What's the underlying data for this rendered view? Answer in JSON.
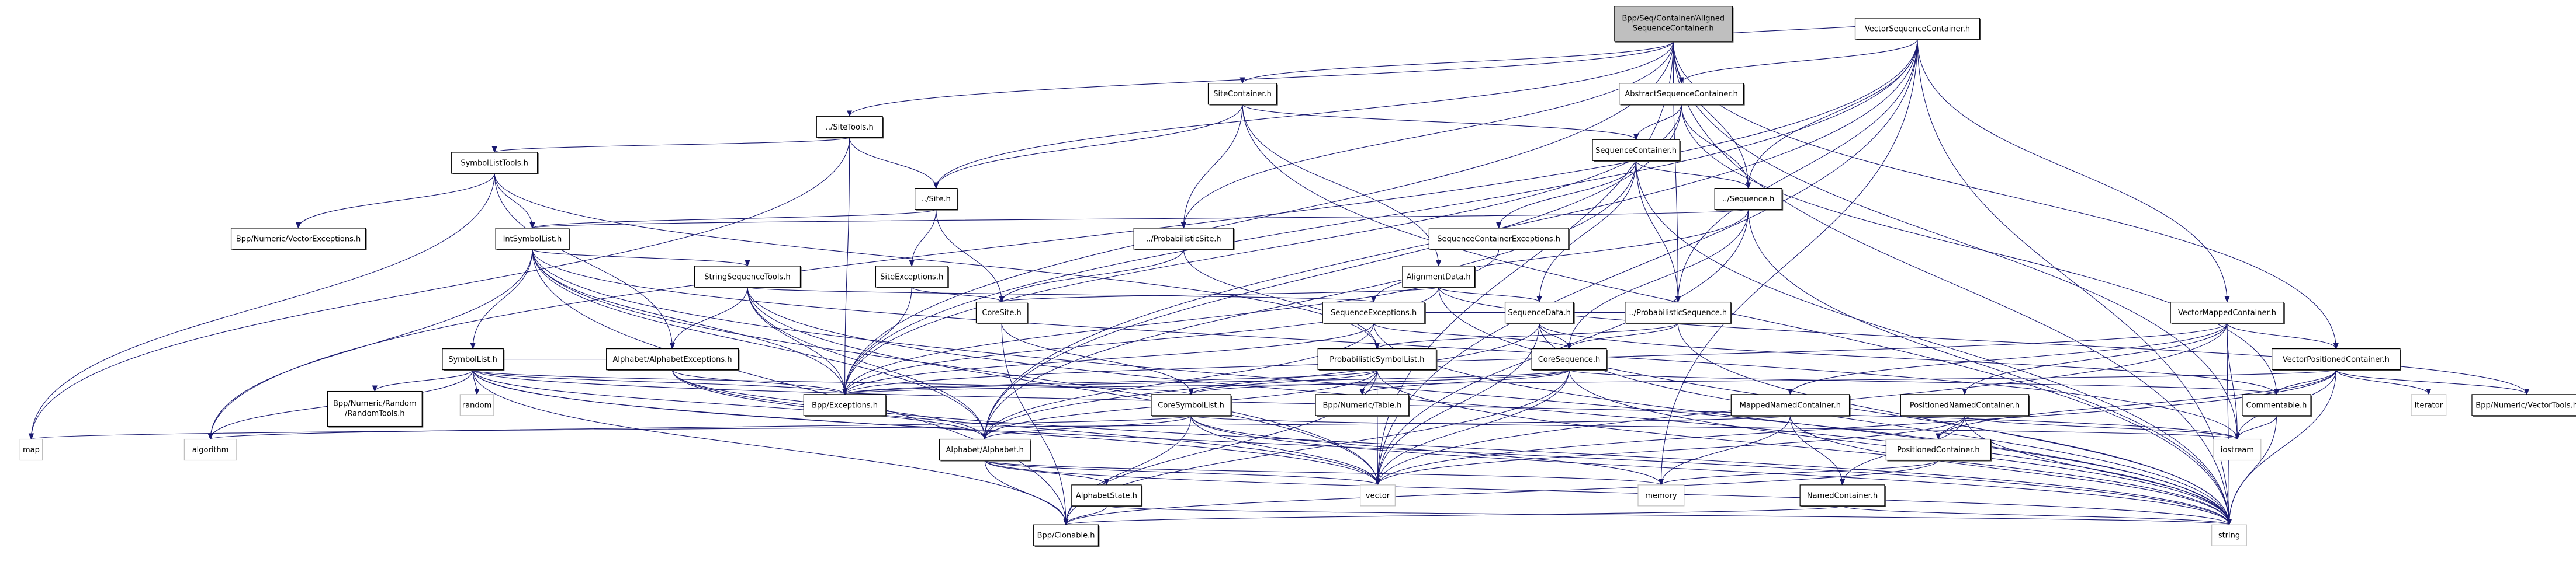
{
  "title": "Bpp/Seq/Container/AlignedSequenceContainer.h include dependency graph",
  "colors": {
    "edge": "#191970",
    "root_fill": "#bfbfbf",
    "node_border": "#000000",
    "system_border": "#bfbfbf"
  },
  "nodes": [
    {
      "id": "root",
      "label": [
        "Bpp/Seq/Container/Aligned",
        "SequenceContainer.h"
      ],
      "kind": "root"
    },
    {
      "id": "VectorSequenceContainer",
      "label": [
        "VectorSequenceContainer.h"
      ],
      "kind": "file"
    },
    {
      "id": "SiteContainer",
      "label": [
        "SiteContainer.h"
      ],
      "kind": "file"
    },
    {
      "id": "AbstractSequenceContainer",
      "label": [
        "AbstractSequenceContainer.h"
      ],
      "kind": "file"
    },
    {
      "id": "SiteTools",
      "label": [
        "../SiteTools.h"
      ],
      "kind": "file"
    },
    {
      "id": "SequenceContainer",
      "label": [
        "SequenceContainer.h"
      ],
      "kind": "file"
    },
    {
      "id": "SymbolListTools",
      "label": [
        "SymbolListTools.h"
      ],
      "kind": "file"
    },
    {
      "id": "Site",
      "label": [
        "../Site.h"
      ],
      "kind": "file"
    },
    {
      "id": "Sequence",
      "label": [
        "../Sequence.h"
      ],
      "kind": "file"
    },
    {
      "id": "VectorExceptions",
      "label": [
        "Bpp/Numeric/VectorExceptions.h"
      ],
      "kind": "file"
    },
    {
      "id": "IntSymbolList",
      "label": [
        "IntSymbolList.h"
      ],
      "kind": "file"
    },
    {
      "id": "ProbabilisticSite",
      "label": [
        "../ProbabilisticSite.h"
      ],
      "kind": "file"
    },
    {
      "id": "SequenceContainerExceptions",
      "label": [
        "SequenceContainerExceptions.h"
      ],
      "kind": "file"
    },
    {
      "id": "StringSequenceTools",
      "label": [
        "StringSequenceTools.h"
      ],
      "kind": "file"
    },
    {
      "id": "SiteExceptions",
      "label": [
        "SiteExceptions.h"
      ],
      "kind": "file"
    },
    {
      "id": "AlignmentData",
      "label": [
        "AlignmentData.h"
      ],
      "kind": "file"
    },
    {
      "id": "CoreSite",
      "label": [
        "CoreSite.h"
      ],
      "kind": "file"
    },
    {
      "id": "SequenceExceptions",
      "label": [
        "SequenceExceptions.h"
      ],
      "kind": "file"
    },
    {
      "id": "SequenceData",
      "label": [
        "SequenceData.h"
      ],
      "kind": "file"
    },
    {
      "id": "ProbabilisticSequence",
      "label": [
        "../ProbabilisticSequence.h"
      ],
      "kind": "file"
    },
    {
      "id": "VectorMappedContainer",
      "label": [
        "VectorMappedContainer.h"
      ],
      "kind": "file"
    },
    {
      "id": "SymbolList",
      "label": [
        "SymbolList.h"
      ],
      "kind": "file"
    },
    {
      "id": "AlphabetExceptions",
      "label": [
        "Alphabet/AlphabetExceptions.h"
      ],
      "kind": "file"
    },
    {
      "id": "ProbabilisticSymbolList",
      "label": [
        "ProbabilisticSymbolList.h"
      ],
      "kind": "file"
    },
    {
      "id": "CoreSequence",
      "label": [
        "CoreSequence.h"
      ],
      "kind": "file"
    },
    {
      "id": "VectorPositionedContainer",
      "label": [
        "VectorPositionedContainer.h"
      ],
      "kind": "file"
    },
    {
      "id": "RandomTools",
      "label": [
        "Bpp/Numeric/Random",
        "/RandomTools.h"
      ],
      "kind": "file"
    },
    {
      "id": "random",
      "label": [
        "random"
      ],
      "kind": "system"
    },
    {
      "id": "Exceptions",
      "label": [
        "Bpp/Exceptions.h"
      ],
      "kind": "file"
    },
    {
      "id": "CoreSymbolList",
      "label": [
        "CoreSymbolList.h"
      ],
      "kind": "file"
    },
    {
      "id": "Table",
      "label": [
        "Bpp/Numeric/Table.h"
      ],
      "kind": "file"
    },
    {
      "id": "MappedNamedContainer",
      "label": [
        "MappedNamedContainer.h"
      ],
      "kind": "file"
    },
    {
      "id": "PositionedNamedContainer",
      "label": [
        "PositionedNamedContainer.h"
      ],
      "kind": "file"
    },
    {
      "id": "Commentable",
      "label": [
        "Commentable.h"
      ],
      "kind": "file"
    },
    {
      "id": "iterator",
      "label": [
        "iterator"
      ],
      "kind": "system"
    },
    {
      "id": "VectorTools",
      "label": [
        "Bpp/Numeric/VectorTools.h"
      ],
      "kind": "file"
    },
    {
      "id": "map",
      "label": [
        "map"
      ],
      "kind": "system"
    },
    {
      "id": "algorithm",
      "label": [
        "algorithm"
      ],
      "kind": "system"
    },
    {
      "id": "Alphabet",
      "label": [
        "Alphabet/Alphabet.h"
      ],
      "kind": "file"
    },
    {
      "id": "PositionedContainer",
      "label": [
        "PositionedContainer.h"
      ],
      "kind": "file"
    },
    {
      "id": "iostream",
      "label": [
        "iostream"
      ],
      "kind": "system"
    },
    {
      "id": "AlphabetState",
      "label": [
        "AlphabetState.h"
      ],
      "kind": "file"
    },
    {
      "id": "vector",
      "label": [
        "vector"
      ],
      "kind": "system"
    },
    {
      "id": "memory",
      "label": [
        "memory"
      ],
      "kind": "system"
    },
    {
      "id": "NamedContainer",
      "label": [
        "NamedContainer.h"
      ],
      "kind": "file"
    },
    {
      "id": "Clonable",
      "label": [
        "Bpp/Clonable.h"
      ],
      "kind": "file"
    },
    {
      "id": "string",
      "label": [
        "string"
      ],
      "kind": "system"
    }
  ],
  "edges": [
    [
      "root",
      "VectorSequenceContainer"
    ],
    [
      "root",
      "SiteContainer"
    ],
    [
      "root",
      "SiteTools"
    ],
    [
      "root",
      "Site"
    ],
    [
      "root",
      "Sequence"
    ],
    [
      "root",
      "ProbabilisticSite"
    ],
    [
      "root",
      "ProbabilisticSequence"
    ],
    [
      "root",
      "VectorPositionedContainer"
    ],
    [
      "root",
      "Exceptions"
    ],
    [
      "root",
      "string"
    ],
    [
      "root",
      "vector"
    ],
    [
      "root",
      "iostream"
    ],
    [
      "VectorSequenceContainer",
      "AbstractSequenceContainer"
    ],
    [
      "VectorSequenceContainer",
      "Sequence"
    ],
    [
      "VectorSequenceContainer",
      "ProbabilisticSequence"
    ],
    [
      "VectorSequenceContainer",
      "VectorMappedContainer"
    ],
    [
      "VectorSequenceContainer",
      "Alphabet"
    ],
    [
      "VectorSequenceContainer",
      "Exceptions"
    ],
    [
      "VectorSequenceContainer",
      "algorithm"
    ],
    [
      "VectorSequenceContainer",
      "string"
    ],
    [
      "VectorSequenceContainer",
      "vector"
    ],
    [
      "VectorSequenceContainer",
      "memory"
    ],
    [
      "SiteContainer",
      "Site"
    ],
    [
      "SiteContainer",
      "ProbabilisticSite"
    ],
    [
      "SiteContainer",
      "SequenceContainer"
    ],
    [
      "SiteContainer",
      "AlignmentData"
    ],
    [
      "SiteContainer",
      "string"
    ],
    [
      "AbstractSequenceContainer",
      "SequenceContainer"
    ],
    [
      "AbstractSequenceContainer",
      "Sequence"
    ],
    [
      "AbstractSequenceContainer",
      "Alphabet"
    ],
    [
      "AbstractSequenceContainer",
      "Exceptions"
    ],
    [
      "AbstractSequenceContainer",
      "Commentable"
    ],
    [
      "SiteTools",
      "Site"
    ],
    [
      "SiteTools",
      "SymbolListTools"
    ],
    [
      "SiteTools",
      "Exceptions"
    ],
    [
      "SiteTools",
      "map"
    ],
    [
      "SequenceContainer",
      "Sequence"
    ],
    [
      "SequenceContainer",
      "SequenceContainerExceptions"
    ],
    [
      "SequenceContainer",
      "SequenceData"
    ],
    [
      "SequenceContainer",
      "ProbabilisticSequence"
    ],
    [
      "SequenceContainer",
      "string"
    ],
    [
      "SequenceContainer",
      "Alphabet"
    ],
    [
      "SymbolListTools",
      "IntSymbolList"
    ],
    [
      "SymbolListTools",
      "VectorExceptions"
    ],
    [
      "SymbolListTools",
      "AlphabetExceptions"
    ],
    [
      "SymbolListTools",
      "ProbabilisticSymbolList"
    ],
    [
      "SymbolListTools",
      "map"
    ],
    [
      "Site",
      "IntSymbolList"
    ],
    [
      "Site",
      "SiteExceptions"
    ],
    [
      "Site",
      "CoreSite"
    ],
    [
      "Sequence",
      "IntSymbolList"
    ],
    [
      "Sequence",
      "SequenceExceptions"
    ],
    [
      "Sequence",
      "CoreSequence"
    ],
    [
      "Sequence",
      "string"
    ],
    [
      "Sequence",
      "vector"
    ],
    [
      "IntSymbolList",
      "SymbolList"
    ],
    [
      "IntSymbolList",
      "StringSequenceTools"
    ],
    [
      "IntSymbolList",
      "Alphabet"
    ],
    [
      "IntSymbolList",
      "Exceptions"
    ],
    [
      "IntSymbolList",
      "algorithm"
    ],
    [
      "IntSymbolList",
      "string"
    ],
    [
      "IntSymbolList",
      "vector"
    ],
    [
      "IntSymbolList",
      "Clonable"
    ],
    [
      "IntSymbolList",
      "iostream"
    ],
    [
      "ProbabilisticSite",
      "CoreSite"
    ],
    [
      "ProbabilisticSite",
      "ProbabilisticSymbolList"
    ],
    [
      "SequenceContainerExceptions",
      "Exceptions"
    ],
    [
      "StringSequenceTools",
      "AlphabetExceptions"
    ],
    [
      "StringSequenceTools",
      "SequenceExceptions"
    ],
    [
      "StringSequenceTools",
      "Alphabet"
    ],
    [
      "StringSequenceTools",
      "Exceptions"
    ],
    [
      "StringSequenceTools",
      "string"
    ],
    [
      "StringSequenceTools",
      "vector"
    ],
    [
      "SiteExceptions",
      "CoreSite"
    ],
    [
      "SiteExceptions",
      "Exceptions"
    ],
    [
      "AlignmentData",
      "CoreSite"
    ],
    [
      "AlignmentData",
      "SequenceData"
    ],
    [
      "AlignmentData",
      "Exceptions"
    ],
    [
      "AlignmentData",
      "string"
    ],
    [
      "AlignmentData",
      "VectorTools"
    ],
    [
      "CoreSite",
      "CoreSymbolList"
    ],
    [
      "CoreSite",
      "Clonable"
    ],
    [
      "SequenceExceptions",
      "Exceptions"
    ],
    [
      "SequenceExceptions",
      "CoreSequence"
    ],
    [
      "SequenceExceptions",
      "Alphabet"
    ],
    [
      "SequenceExceptions",
      "string"
    ],
    [
      "SequenceData",
      "CoreSequence"
    ],
    [
      "SequenceData",
      "Alphabet"
    ],
    [
      "SequenceData",
      "Commentable"
    ],
    [
      "SequenceData",
      "string"
    ],
    [
      "SequenceData",
      "vector"
    ],
    [
      "ProbabilisticSequence",
      "CoreSequence"
    ],
    [
      "ProbabilisticSequence",
      "ProbabilisticSymbolList"
    ],
    [
      "ProbabilisticSequence",
      "SequenceExceptions"
    ],
    [
      "ProbabilisticSequence",
      "string"
    ],
    [
      "VectorMappedContainer",
      "VectorPositionedContainer"
    ],
    [
      "VectorMappedContainer",
      "MappedNamedContainer"
    ],
    [
      "VectorMappedContainer",
      "PositionedNamedContainer"
    ],
    [
      "VectorMappedContainer",
      "Exceptions"
    ],
    [
      "VectorMappedContainer",
      "vector"
    ],
    [
      "VectorMappedContainer",
      "string"
    ],
    [
      "VectorMappedContainer",
      "iostream"
    ],
    [
      "SymbolList",
      "CoreSymbolList"
    ],
    [
      "SymbolList",
      "RandomTools"
    ],
    [
      "SymbolList",
      "random"
    ],
    [
      "SymbolList",
      "Alphabet"
    ],
    [
      "SymbolList",
      "AlphabetExceptions"
    ],
    [
      "SymbolList",
      "Exceptions"
    ],
    [
      "SymbolList",
      "algorithm"
    ],
    [
      "SymbolList",
      "string"
    ],
    [
      "SymbolList",
      "vector"
    ],
    [
      "SymbolList",
      "Clonable"
    ],
    [
      "SymbolList",
      "iostream"
    ],
    [
      "AlphabetExceptions",
      "Exceptions"
    ],
    [
      "AlphabetExceptions",
      "Alphabet"
    ],
    [
      "AlphabetExceptions",
      "string"
    ],
    [
      "AlphabetExceptions",
      "vector"
    ],
    [
      "ProbabilisticSymbolList",
      "CoreSymbolList"
    ],
    [
      "ProbabilisticSymbolList",
      "Table"
    ],
    [
      "ProbabilisticSymbolList",
      "Alphabet"
    ],
    [
      "ProbabilisticSymbolList",
      "Exceptions"
    ],
    [
      "ProbabilisticSymbolList",
      "vector"
    ],
    [
      "ProbabilisticSymbolList",
      "Clonable"
    ],
    [
      "ProbabilisticSymbolList",
      "string"
    ],
    [
      "CoreSequence",
      "CoreSymbolList"
    ],
    [
      "CoreSequence",
      "Commentable"
    ],
    [
      "CoreSequence",
      "Table"
    ],
    [
      "CoreSequence",
      "Exceptions"
    ],
    [
      "CoreSequence",
      "string"
    ],
    [
      "CoreSequence",
      "vector"
    ],
    [
      "CoreSequence",
      "Clonable"
    ],
    [
      "VectorPositionedContainer",
      "PositionedContainer"
    ],
    [
      "VectorPositionedContainer",
      "Commentable"
    ],
    [
      "VectorPositionedContainer",
      "iterator"
    ],
    [
      "VectorPositionedContainer",
      "VectorTools"
    ],
    [
      "VectorPositionedContainer",
      "Exceptions"
    ],
    [
      "VectorPositionedContainer",
      "iostream"
    ],
    [
      "VectorPositionedContainer",
      "string"
    ],
    [
      "VectorPositionedContainer",
      "vector"
    ],
    [
      "CoreSymbolList",
      "Alphabet"
    ],
    [
      "CoreSymbolList",
      "iostream"
    ],
    [
      "CoreSymbolList",
      "vector"
    ],
    [
      "CoreSymbolList",
      "memory"
    ],
    [
      "CoreSymbolList",
      "string"
    ],
    [
      "CoreSymbolList",
      "Clonable"
    ],
    [
      "CoreSymbolList",
      "algorithm"
    ],
    [
      "MappedNamedContainer",
      "NamedContainer"
    ],
    [
      "MappedNamedContainer",
      "map"
    ],
    [
      "MappedNamedContainer",
      "memory"
    ],
    [
      "MappedNamedContainer",
      "string"
    ],
    [
      "PositionedNamedContainer",
      "PositionedContainer"
    ],
    [
      "PositionedNamedContainer",
      "NamedContainer"
    ],
    [
      "PositionedNamedContainer",
      "iostream"
    ],
    [
      "PositionedNamedContainer",
      "vector"
    ],
    [
      "PositionedNamedContainer",
      "string"
    ],
    [
      "Commentable",
      "iostream"
    ],
    [
      "Commentable",
      "string"
    ],
    [
      "Alphabet",
      "AlphabetState"
    ],
    [
      "Alphabet",
      "vector"
    ],
    [
      "Alphabet",
      "memory"
    ],
    [
      "Alphabet",
      "string"
    ],
    [
      "Alphabet",
      "Clonable"
    ],
    [
      "PositionedContainer",
      "memory"
    ],
    [
      "PositionedContainer",
      "Clonable"
    ],
    [
      "AlphabetState",
      "Clonable"
    ],
    [
      "AlphabetState",
      "string"
    ],
    [
      "NamedContainer",
      "Clonable"
    ],
    [
      "NamedContainer",
      "string"
    ]
  ]
}
